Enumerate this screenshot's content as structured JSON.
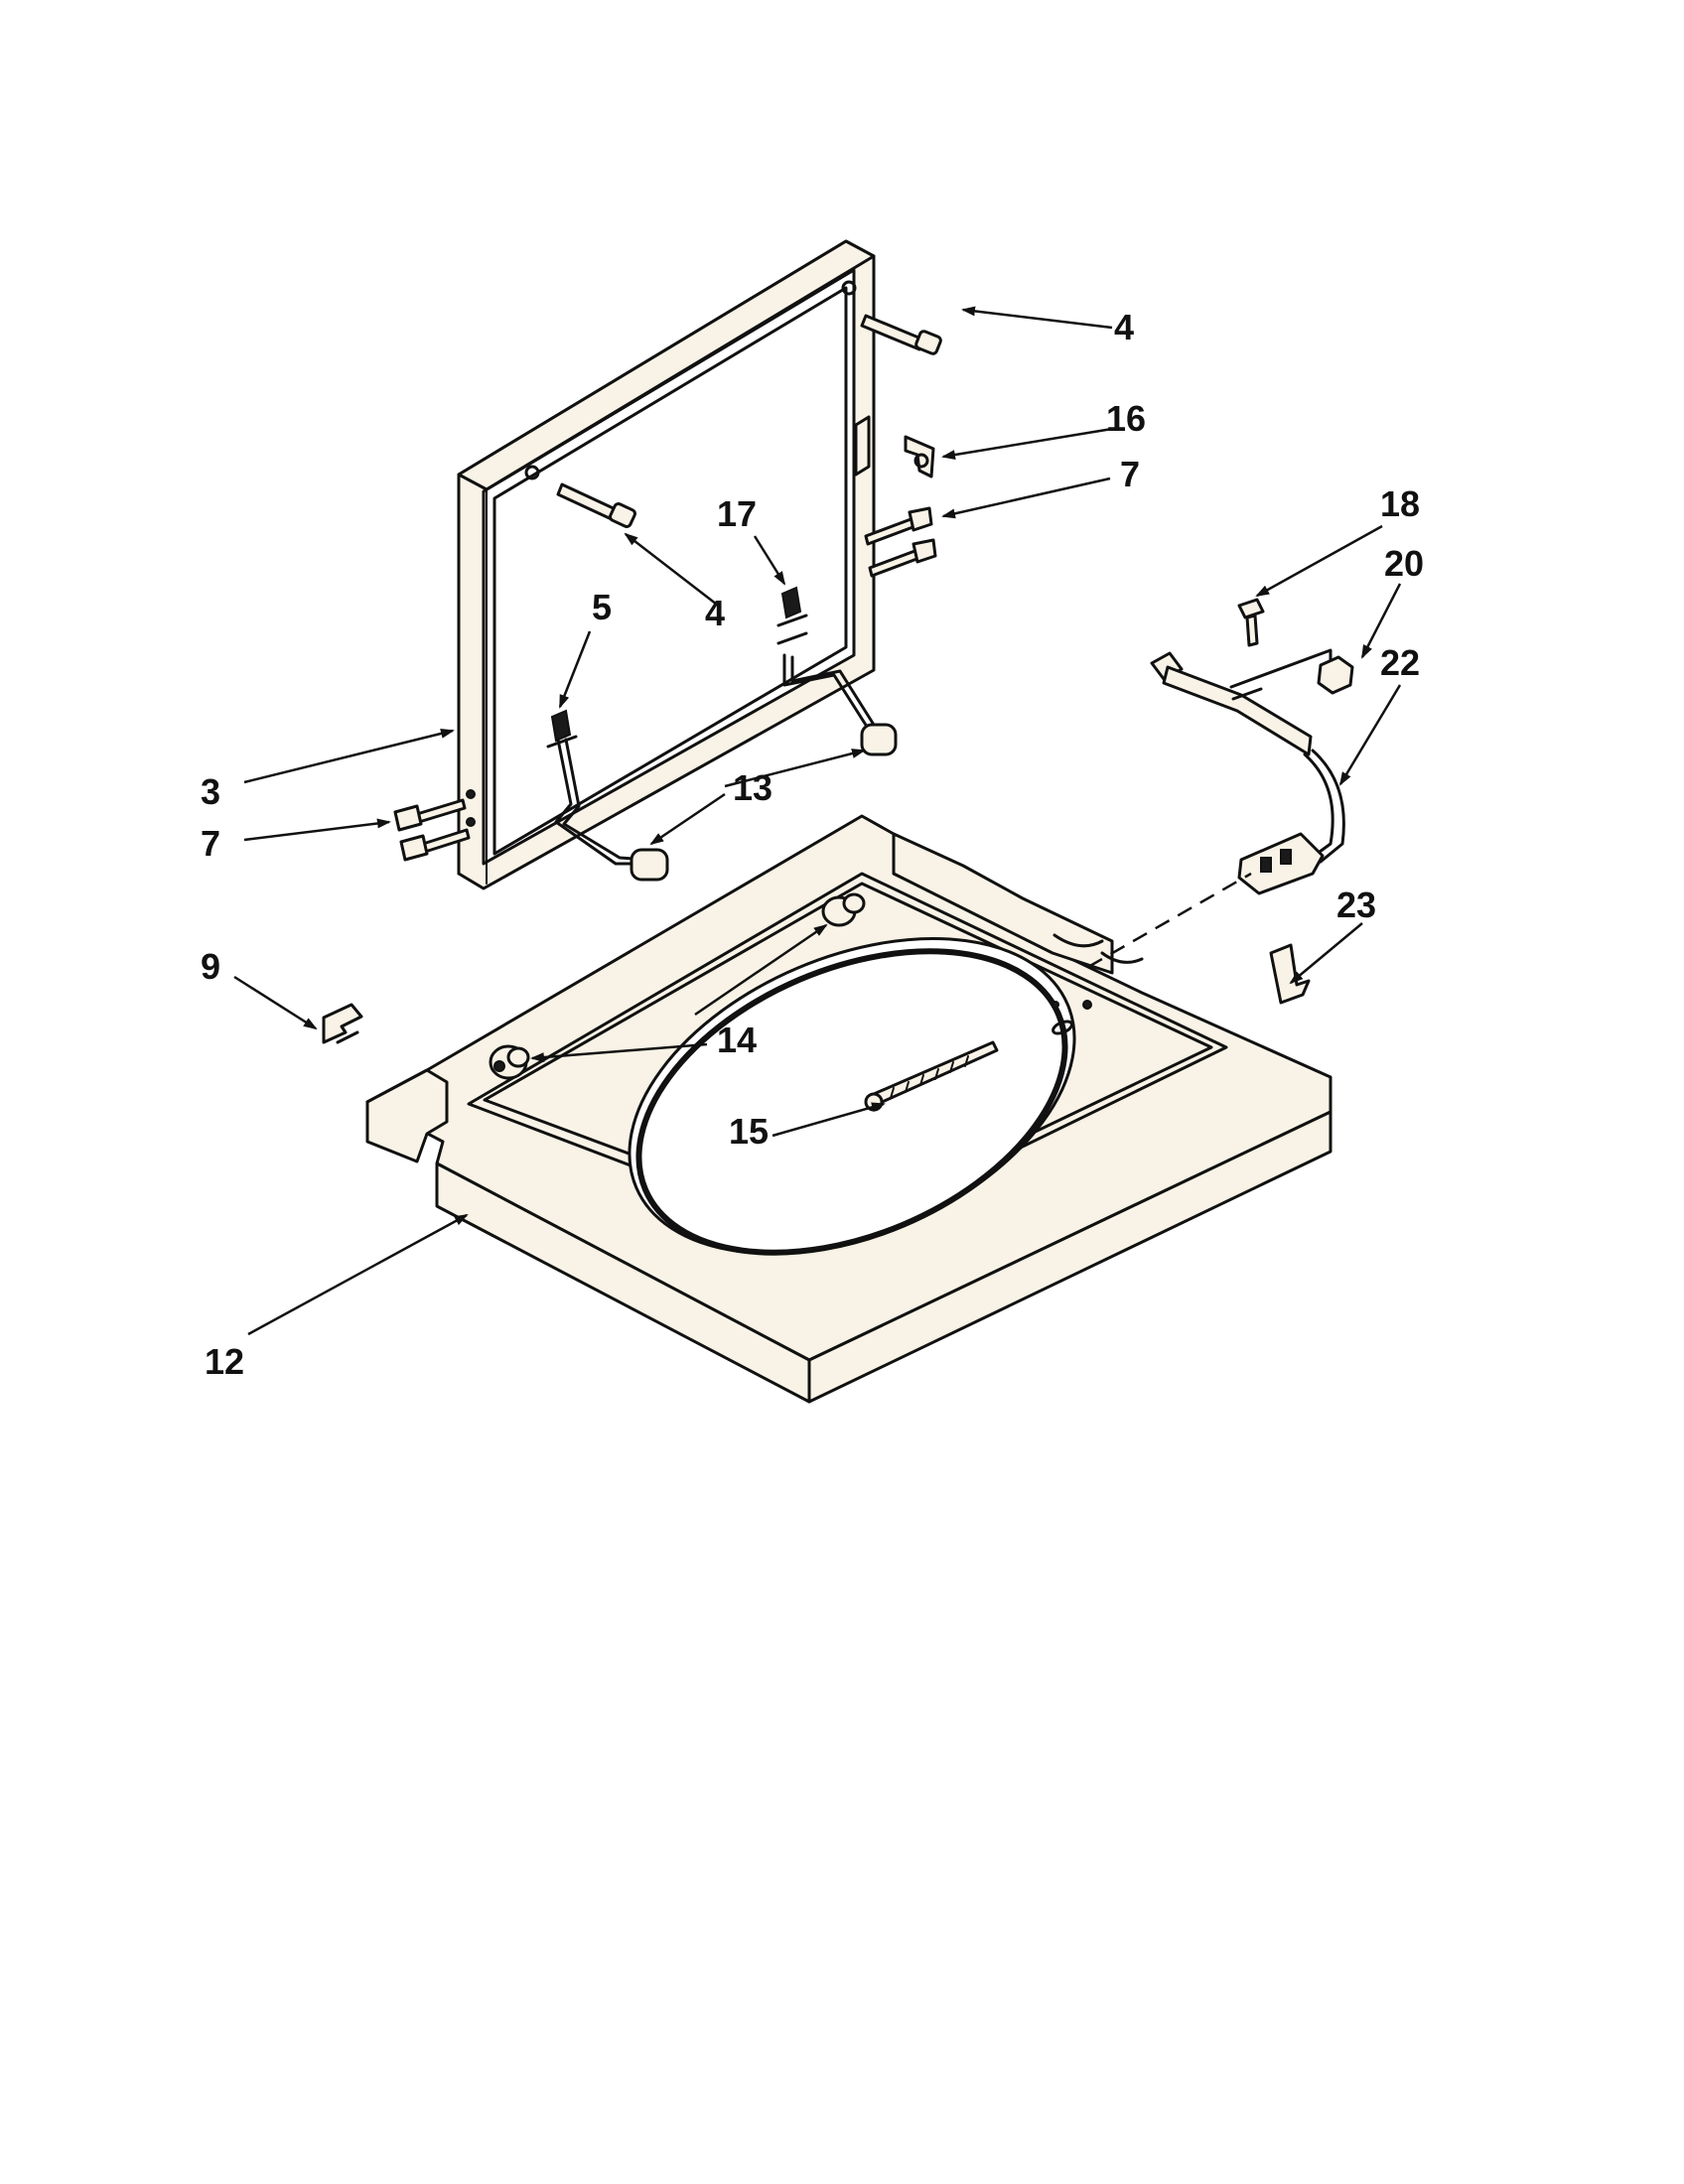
{
  "colors": {
    "ink": "#111111",
    "part_fill": "#f8f3e6",
    "background": "#ffffff"
  },
  "callouts": [
    {
      "id": "c4a",
      "label": "4"
    },
    {
      "id": "c16",
      "label": "16"
    },
    {
      "id": "c7a",
      "label": "7"
    },
    {
      "id": "c17",
      "label": "17"
    },
    {
      "id": "c4b",
      "label": "4"
    },
    {
      "id": "c5",
      "label": "5"
    },
    {
      "id": "c3",
      "label": "3"
    },
    {
      "id": "c7b",
      "label": "7"
    },
    {
      "id": "c13",
      "label": "13"
    },
    {
      "id": "c18",
      "label": "18"
    },
    {
      "id": "c20",
      "label": "20"
    },
    {
      "id": "c22",
      "label": "22"
    },
    {
      "id": "c23",
      "label": "23"
    },
    {
      "id": "c9",
      "label": "9"
    },
    {
      "id": "c14",
      "label": "14"
    },
    {
      "id": "c15",
      "label": "15"
    },
    {
      "id": "c12",
      "label": "12"
    }
  ]
}
